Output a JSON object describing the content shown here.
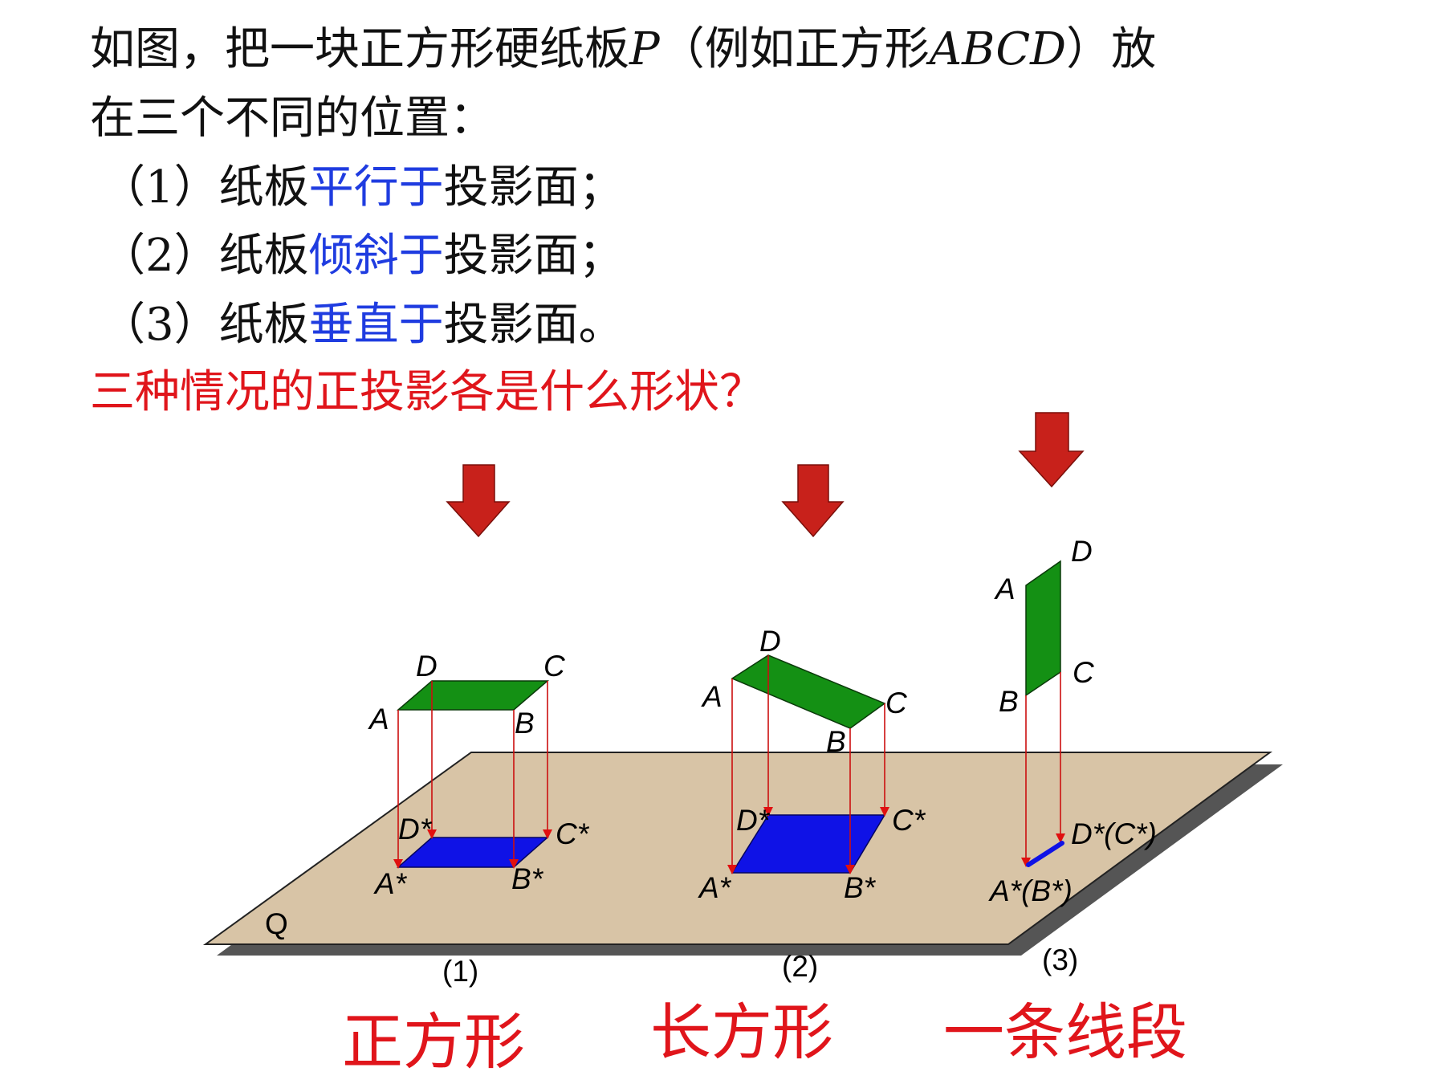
{
  "colors": {
    "text": "#111111",
    "highlight_blue": "#1f3ce0",
    "question_red": "#e0151b",
    "answer_red": "#e0151b",
    "board_green": "#149014",
    "projection_blue": "#0f12e6",
    "plane_fill": "#d8c4a6",
    "plane_shadow": "#555555",
    "arrow_fill": "#c8211b",
    "projection_line": "#cc0f0f"
  },
  "intro": {
    "line1_a": "如图，把一块正方形硬纸板",
    "line1_var": "P",
    "line1_b": "（例如正方形",
    "line1_sq": "ABCD",
    "line1_c": "）放",
    "line2": "在三个不同的位置："
  },
  "cases": [
    {
      "prefix": "（1）纸板",
      "keyword": "平行于",
      "suffix": "投影面；"
    },
    {
      "prefix": "（2）纸板",
      "keyword": "倾斜于",
      "suffix": "投影面；"
    },
    {
      "prefix": "（3）纸板",
      "keyword": "垂直于",
      "suffix": "投影面。"
    }
  ],
  "question": "三种情况的正投影各是什么形状？",
  "diagram": {
    "plane_label": "Q",
    "captions": [
      "(1)",
      "(2)",
      "(3)"
    ],
    "fig1": {
      "board": {
        "A": "A",
        "B": "B",
        "C": "C",
        "D": "D"
      },
      "projection": {
        "A": "A*",
        "B": "B*",
        "C": "C*",
        "D": "D*"
      }
    },
    "fig2": {
      "board": {
        "A": "A",
        "B": "B",
        "C": "C",
        "D": "D"
      },
      "projection": {
        "A": "A*",
        "B": "B*",
        "C": "C*",
        "D": "D*"
      }
    },
    "fig3": {
      "board": {
        "A": "A",
        "B": "B",
        "C": "C",
        "D": "D"
      },
      "projection": {
        "AB": "A*(B*)",
        "DC": "D*(C*)"
      }
    }
  },
  "answers": [
    "正方形",
    "长方形",
    "一条线段"
  ]
}
